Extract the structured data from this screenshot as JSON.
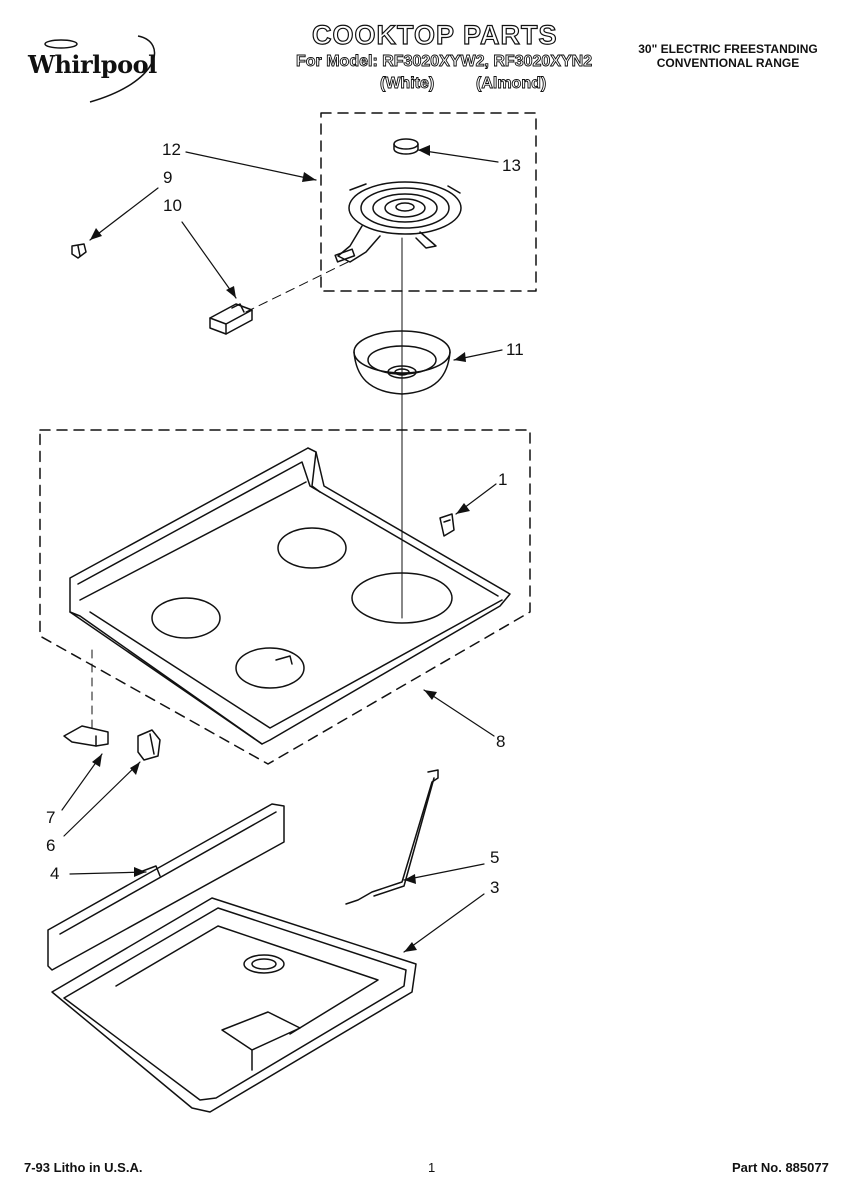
{
  "header": {
    "brand": "Whirlpool",
    "title": "COOKTOP PARTS",
    "model_line": "For Model: RF3020XYW2, RF3020XYN2",
    "color_white": "(White)",
    "color_almond": "(Almond)",
    "product_line1": "30\" ELECTRIC FREESTANDING",
    "product_line2": "CONVENTIONAL RANGE"
  },
  "callouts": {
    "c1": "1",
    "c3": "3",
    "c4": "4",
    "c5": "5",
    "c6": "6",
    "c7": "7",
    "c8": "8",
    "c9": "9",
    "c10": "10",
    "c11": "11",
    "c12": "12",
    "c13": "13"
  },
  "footer": {
    "litho": "7-93 Litho in U.S.A.",
    "page": "1",
    "part_no": "Part No. 885077"
  }
}
